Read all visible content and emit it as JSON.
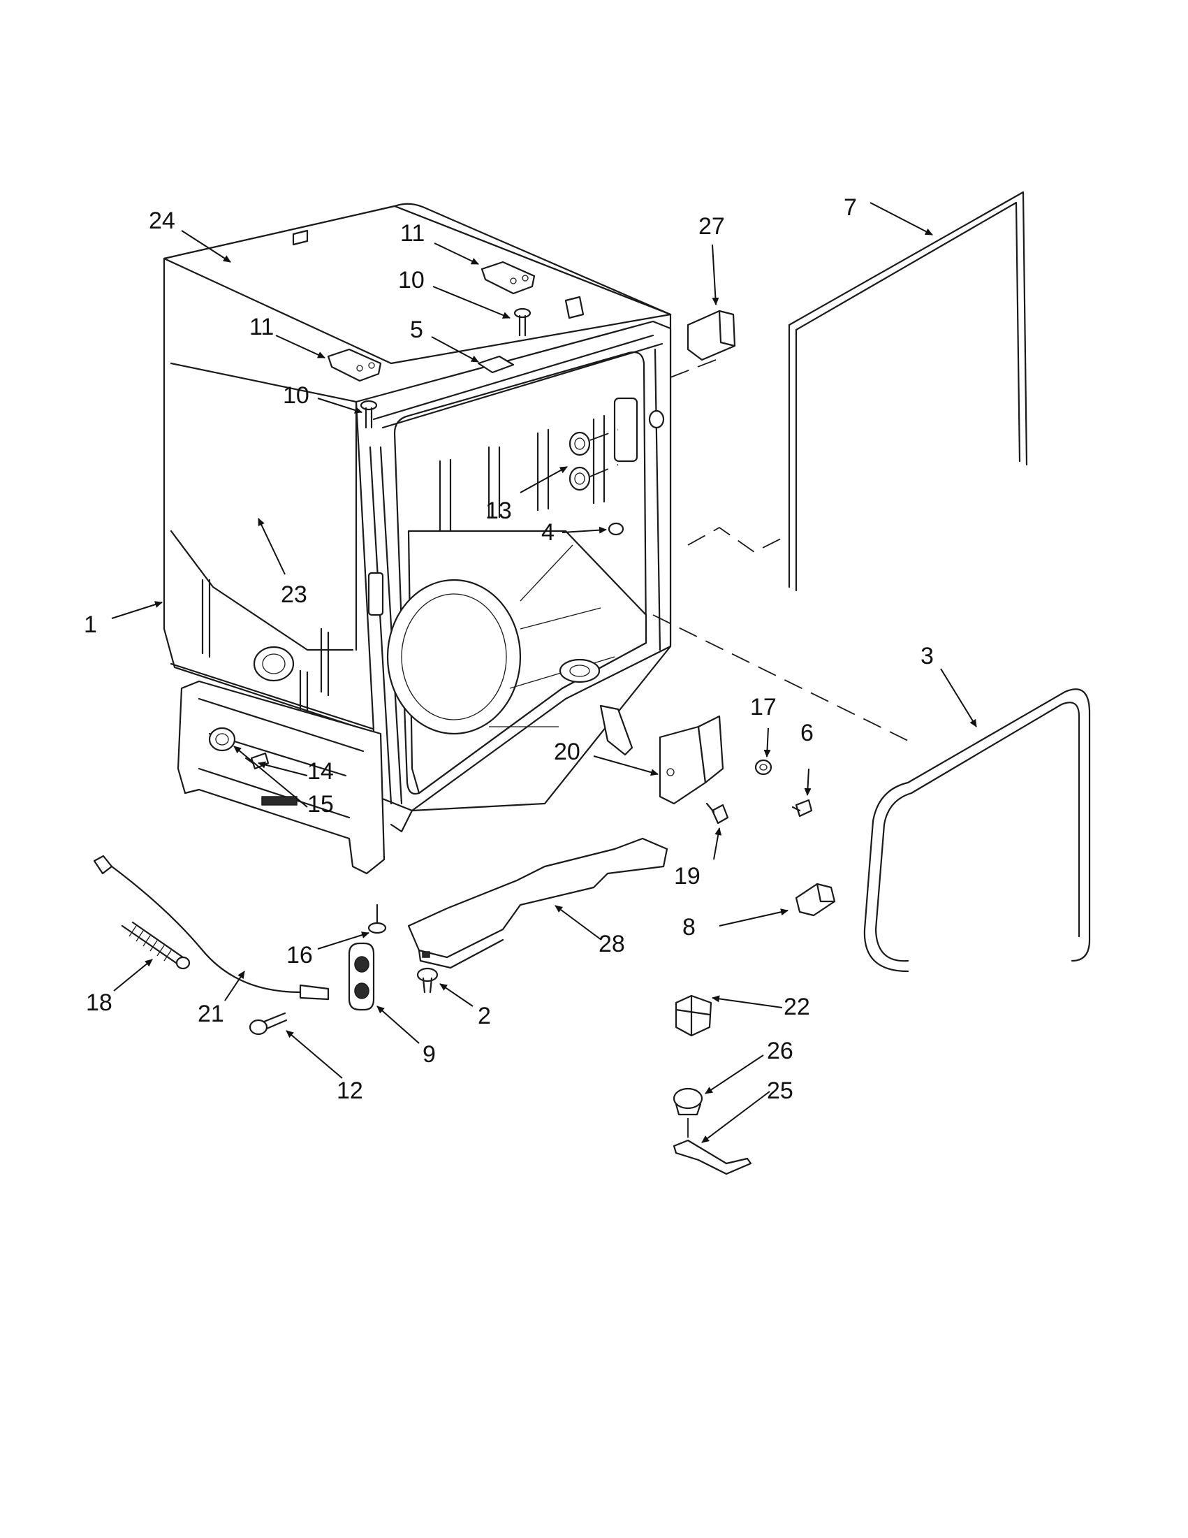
{
  "diagram": {
    "callouts": [
      {
        "id": "label-1",
        "text": "1"
      },
      {
        "id": "label-2",
        "text": "2"
      },
      {
        "id": "label-3",
        "text": "3"
      },
      {
        "id": "label-4",
        "text": "4"
      },
      {
        "id": "label-5",
        "text": "5"
      },
      {
        "id": "label-6",
        "text": "6"
      },
      {
        "id": "label-7",
        "text": "7"
      },
      {
        "id": "label-8",
        "text": "8"
      },
      {
        "id": "label-9",
        "text": "9"
      },
      {
        "id": "label-10a",
        "text": "10"
      },
      {
        "id": "label-10b",
        "text": "10"
      },
      {
        "id": "label-11a",
        "text": "11"
      },
      {
        "id": "label-11b",
        "text": "11"
      },
      {
        "id": "label-12",
        "text": "12"
      },
      {
        "id": "label-13",
        "text": "13"
      },
      {
        "id": "label-14",
        "text": "14"
      },
      {
        "id": "label-15",
        "text": "15"
      },
      {
        "id": "label-16",
        "text": "16"
      },
      {
        "id": "label-17",
        "text": "17"
      },
      {
        "id": "label-18",
        "text": "18"
      },
      {
        "id": "label-19",
        "text": "19"
      },
      {
        "id": "label-20",
        "text": "20"
      },
      {
        "id": "label-21",
        "text": "21"
      },
      {
        "id": "label-22",
        "text": "22"
      },
      {
        "id": "label-23",
        "text": "23"
      },
      {
        "id": "label-24",
        "text": "24"
      },
      {
        "id": "label-25",
        "text": "25"
      },
      {
        "id": "label-26",
        "text": "26"
      },
      {
        "id": "label-27",
        "text": "27"
      },
      {
        "id": "label-28",
        "text": "28"
      }
    ]
  }
}
